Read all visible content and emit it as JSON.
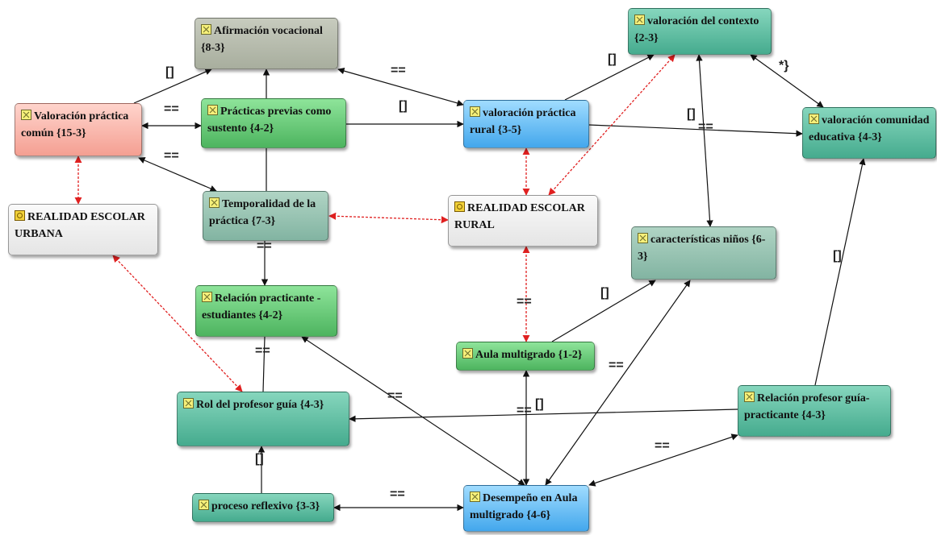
{
  "nodes": {
    "afirmacion": "Afirmación vocacional {8-3}",
    "valoracion_contexto": "valoración del contexto {2-3}",
    "valoracion_practica_comun": "Valoración práctica común {15-3}",
    "practicas_previas": "Prácticas previas como sustento {4-2}",
    "valoracion_practica_rural": "valoración práctica rural {3-5}",
    "valoracion_comunidad": "valoración comunidad educativa {4-3}",
    "realidad_urbana": "REALIDAD ESCOLAR URBANA",
    "temporalidad": "Temporalidad de la práctica {7-3}",
    "realidad_rural": "REALIDAD ESCOLAR RURAL",
    "caracteristicas_ninos": "características niños {6-3}",
    "relacion_practicante": "Relación practicante - estudiantes {4-2}",
    "aula_multigrado": "Aula multigrado {1-2}",
    "rol_profesor": "Rol  del profesor guía {4-3}",
    "relacion_profesor": "Relación profesor guía- practicante {4-3}",
    "proceso_reflexivo": "proceso reflexivo {3-3}",
    "desempeno": "Desempeño en Aula multigrado {4-6}"
  },
  "edge_labels": {
    "afirm_comun": "[]",
    "comun_practicas": "==",
    "comun_temporal": "==",
    "afirm_rural": "==",
    "practicas_rural": "[]",
    "rural_contexto": "[]",
    "contexto_comunidad": "*}",
    "rural_comunidad": "[]",
    "contexto_ninos": "==",
    "temporal_relacion": "==",
    "realidad_aula": "==",
    "aula_ninos": "[]",
    "comunidad_relacionprof": "[]",
    "relacion_rol": "==",
    "relacion_desempeno": "==",
    "ninos_desempeno": "==",
    "aula_desempeno": "==",
    "rol_relacionprof": "[]",
    "desempeno_relacionprof": "==",
    "rol_proceso": "[]",
    "proceso_desempeno": "=="
  }
}
